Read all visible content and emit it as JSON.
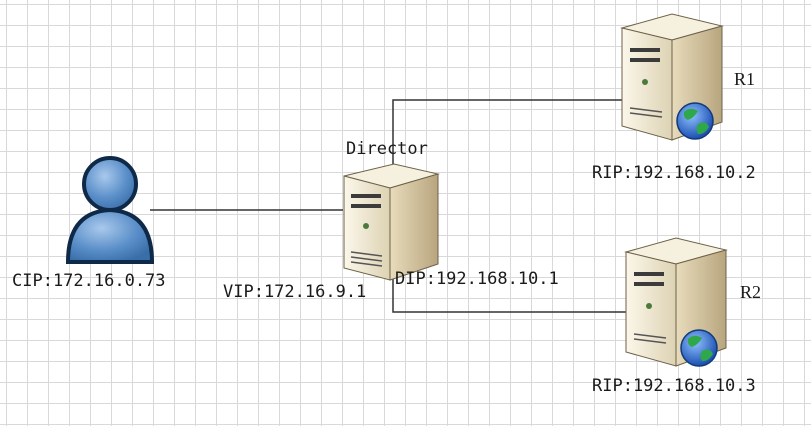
{
  "diagram": {
    "client": {
      "icon": "user-icon",
      "label": "CIP:172.16.0.73"
    },
    "director": {
      "icon": "server-icon",
      "title": "Director",
      "vip_label": "VIP:172.16.9.1",
      "dip_label": "DIP:192.168.10.1"
    },
    "real_servers": [
      {
        "icon": "server-with-globe-icon",
        "name": "R1",
        "rip_label": "RIP:192.168.10.2"
      },
      {
        "icon": "server-with-globe-icon",
        "name": "R2",
        "rip_label": "RIP:192.168.10.3"
      }
    ],
    "colors": {
      "grid": "#d9d9d9",
      "link": "#333333",
      "user_body": "#5b8fc9",
      "server_face": "#efe7cf",
      "globe": "#2f6fd6"
    }
  }
}
